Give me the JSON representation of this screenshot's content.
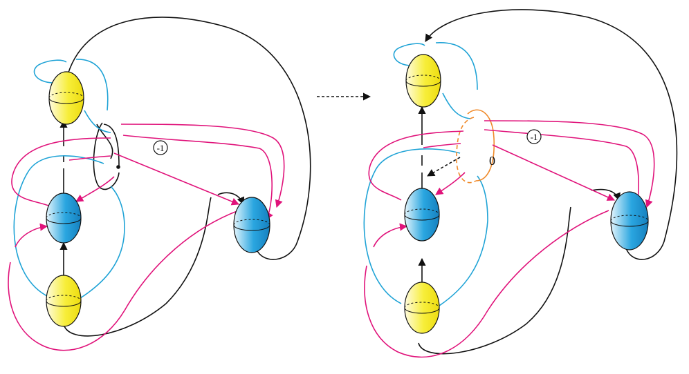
{
  "diagrams": [
    {
      "framing_label": "-1"
    },
    {
      "framing_label": "-1",
      "surgery_label": "0"
    }
  ],
  "colors": {
    "black_strand": "#111111",
    "blue_strand": "#1fa3d6",
    "pink_strand": "#e0127a",
    "orange_curve": "#f08a2a",
    "yellow_ball": "#f7ee3a",
    "blue_ball": "#2aa6e0"
  }
}
